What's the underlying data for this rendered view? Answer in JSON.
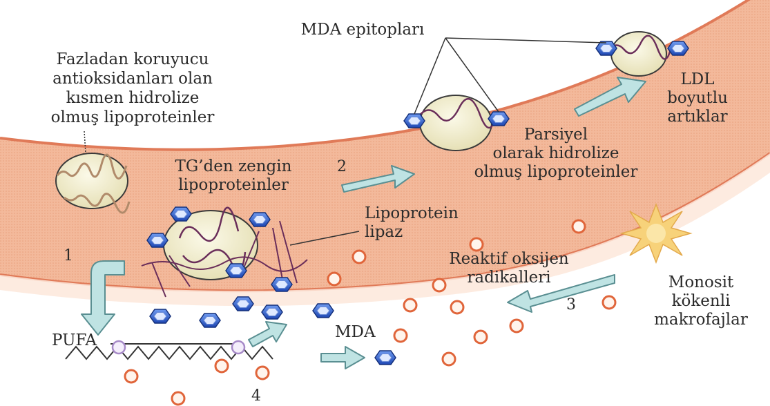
{
  "labels": {
    "mda_epitopes": "MDA epitopları",
    "partially_hydrolyzed_antioxidant": [
      "Fazladan koruyucu",
      "antioksidanları olan",
      "kısmen hidrolize",
      "olmuş lipoproteinler"
    ],
    "ldl_sized_remnants": [
      "LDL",
      "boyutlu",
      "artıklar"
    ],
    "partially_hydrolyzed": [
      "Parsiyel",
      "olarak hidrolize",
      "olmuş lipoproteinler"
    ],
    "tg_rich": [
      "TG’den zengin",
      "lipoproteinler"
    ],
    "lipoprotein_lipase": [
      "Lipoprotein",
      "lipaz"
    ],
    "reactive_oxygen": [
      "Reaktif oksijen",
      "radikalleri"
    ],
    "macrophages": [
      "Monosit",
      "kökenli",
      "makrofajlar"
    ],
    "pufa": "PUFA",
    "mda": "MDA"
  },
  "steps": {
    "one": "1",
    "two": "2",
    "three": "3",
    "four": "4"
  },
  "colors": {
    "vessel_wall": "#f2b898",
    "vessel_wall_edge": "#e07a58",
    "lumen_shade": "#fde8da",
    "arrow_fill": "#bfe3e3",
    "arrow_edge": "#5a8f92",
    "mda_hexagon": "#2c5fcf",
    "ros_circle": "#e0653a",
    "lipoprotein_fill": "#f2efd2",
    "apoprotein_strand": "#6a2e5a",
    "macrophage_burst": "#f7d27a"
  },
  "icons": [
    "mda-hexagon-icon",
    "ros-circle-icon",
    "lipoprotein-particle-icon",
    "macrophage-burst-icon",
    "flow-arrow-icon"
  ]
}
